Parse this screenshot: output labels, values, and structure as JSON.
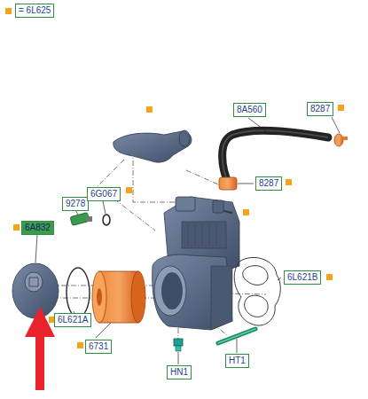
{
  "diagram": {
    "nodes": [
      {
        "text": [
          "8A560"
        ]
      },
      {
        "text": [
          "8287"
        ]
      },
      {
        "text": [
          "8287"
        ]
      },
      {
        "text": [
          "9278"
        ]
      },
      {
        "text": [
          "6G067"
        ]
      },
      {
        "text": [
          "6A832"
        ]
      },
      {
        "text": [
          "6L621B"
        ]
      },
      {
        "text": [
          "6L621A"
        ]
      },
      {
        "text": [
          "6731"
        ]
      },
      {
        "text": [
          "HT1"
        ]
      },
      {
        "text": [
          "HN1"
        ]
      }
    ],
    "legend": [
      {
        "text": "= 6L625",
        "color": "#f5a31a"
      }
    ]
  }
}
